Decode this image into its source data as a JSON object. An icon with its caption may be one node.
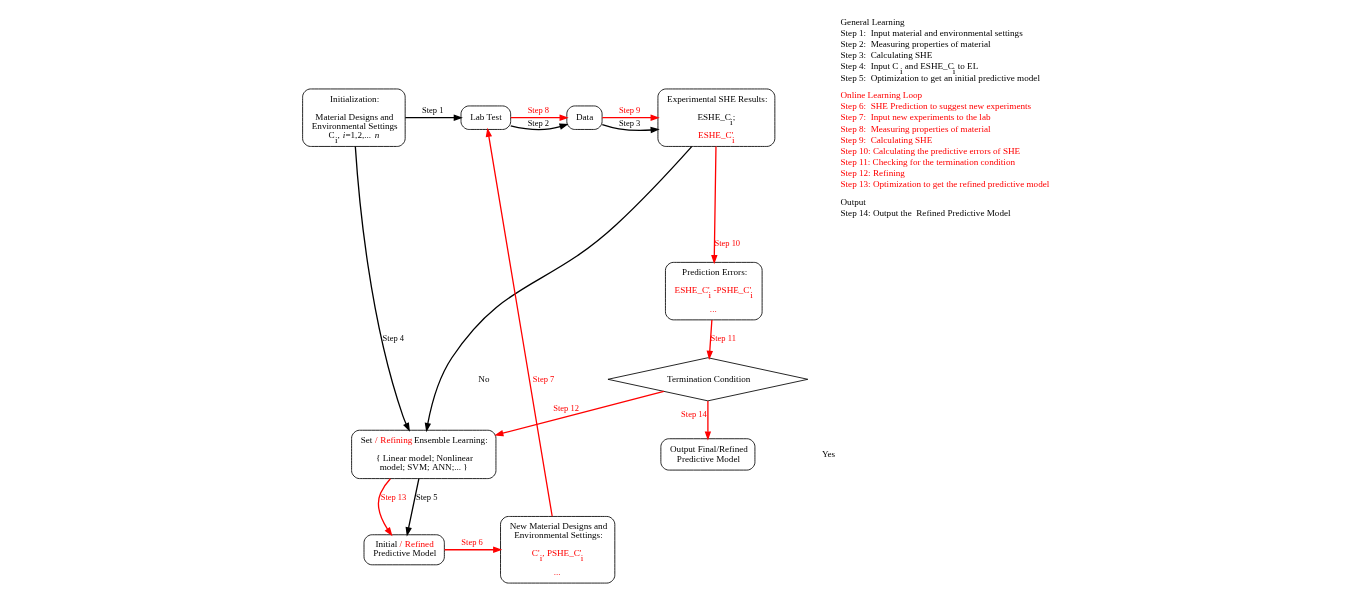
{
  "diagram": {
    "nodes": [
      {
        "text": [
          "Initialization:",
          "Material Designs and Environmental Settings C$_{i}$, *i*=1,2,... *n*"
        ]
      },
      {
        "text": [
          "Lab Test"
        ]
      },
      {
        "text": [
          "Data"
        ]
      },
      {
        "text": [
          "Experimental SHE Results:",
          "ESHE_C$_{i}$;",
          "ESHE_C'$_{i}$"
        ]
      },
      {
        "text": [
          "Set / Refining Ensemble Learning:",
          "{ Linear model; Nonlinear model; SVM; ANN;... }"
        ]
      },
      {
        "text": [
          "Prediction Errors:",
          "ESHE_C'$_{i}$ -PSHE_C'$_{i}$",
          "..."
        ]
      },
      {
        "text": [
          "New Material Designs and Environmental Settings:",
          "C'$_{i}$, PSHE_C'$_{i}$",
          "..."
        ]
      },
      {
        "text": [
          "Initial / Refined Predictive Model"
        ]
      },
      {
        "text": [
          "Termination Condition"
        ]
      },
      {
        "text": [
          "Output Final/Refined Predictive Model"
        ]
      }
    ],
    "edges": [
      {
        "from": 0,
        "to": 1,
        "arrow": "to",
        "label": "Step 1",
        "color": "#000000"
      },
      {
        "from": 1,
        "to": 2,
        "arrow": "to",
        "label": "Step 8"
      },
      {
        "from": 1,
        "to": 2,
        "arrow": "to",
        "label": "Step 2",
        "color": "#000000"
      },
      {
        "from": 2,
        "to": 3,
        "arrow": "to",
        "label": "Step 9"
      },
      {
        "from": 2,
        "to": 3,
        "arrow": "to",
        "label": "Step 3",
        "color": "#000000"
      },
      {
        "from": 0,
        "to": 4,
        "arrow": "to",
        "label": "Step 4",
        "color": "#000000"
      },
      {
        "from": 3,
        "to": 4,
        "arrow": "to",
        "color": "#000000"
      },
      {
        "from": 3,
        "to": 5,
        "arrow": "to",
        "label": "Step 10"
      },
      {
        "from": 4,
        "to": 7,
        "arrow": "to",
        "label": "Step 5",
        "color": "#000000"
      },
      {
        "from": 4,
        "to": 7,
        "arrow": "to",
        "label": "Step 13"
      },
      {
        "from": 7,
        "to": 6,
        "arrow": "to",
        "label": "Step 6"
      },
      {
        "from": 6,
        "to": 1,
        "arrow": "to",
        "label": "Step 7"
      },
      {
        "from": 5,
        "to": 8,
        "arrow": "to",
        "label": "Step 11"
      },
      {
        "from": 8,
        "to": 4,
        "arrow": "to",
        "label": "Step 12"
      },
      {
        "from": 8,
        "to": 9,
        "arrow": "to",
        "label": "Step 14"
      }
    ],
    "labels": [
      "General Learning",
      "Step 1:  Input material and environmental settings",
      "Step 2:  Measuring properties of material",
      "Step 3:  Calculating SHE",
      "Step 4:  Input C $_{i}$ and ESHE_C$_{i}$ to EL",
      "Step 5:  Optimization to get an initial predictive model",
      "Online Learning Loop",
      "Step 6:  SHE Prediction to suggest new experiments",
      "Step 7:  Input new experiments to the lab",
      "Step 8:  Measuring properties of material",
      "Step 9:  Calculating SHE",
      "Step 10: Calculating the predictive errors of SHE",
      "Step 11: Checking for the termination condition",
      "Step 12: Refining",
      "Step 13: Optimization to get the refined predictive model",
      "Output",
      "Step 14: Output the  Refined Predictive Model",
      "No",
      "Yes"
    ]
  }
}
